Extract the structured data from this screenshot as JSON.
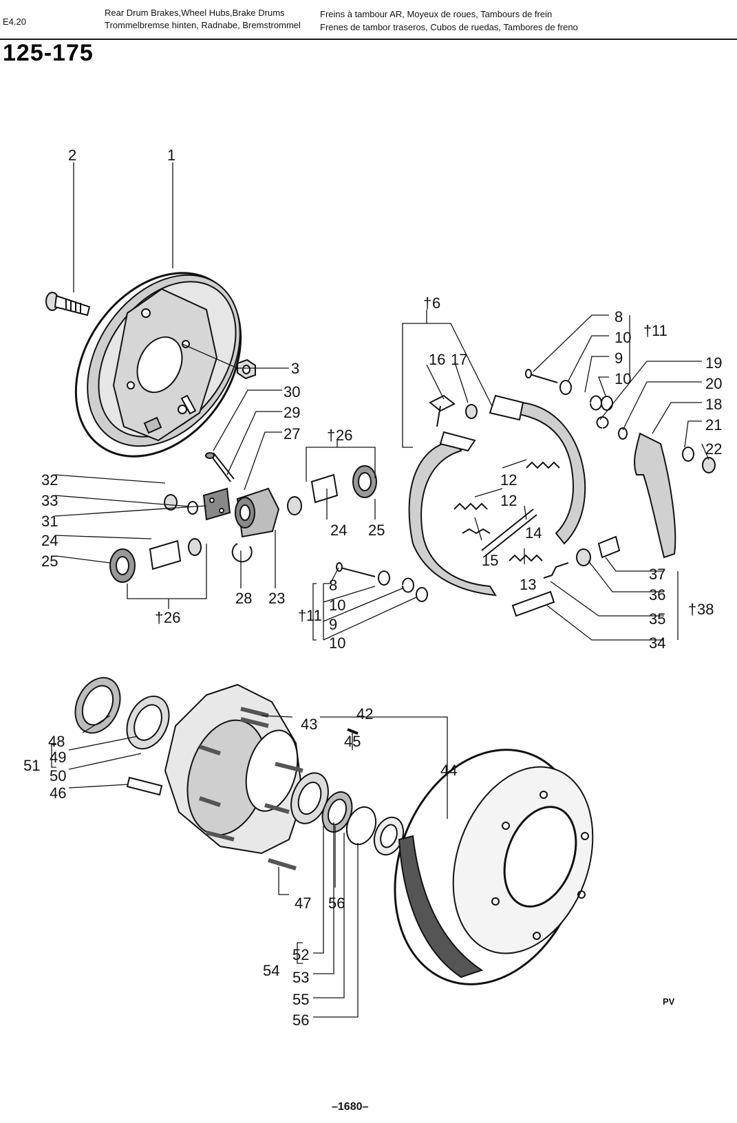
{
  "header": {
    "section_code": "E4.20",
    "title_en": "Rear Drum Brakes,Wheel Hubs,Brake Drums",
    "title_de": "Trommelbremse hinten, Radnabe, Bremstrommel",
    "title_fr": "Freins à tambour AR, Moyeux de roues, Tambours de frein",
    "title_es": "Frenes de tambor traseros, Cubos de ruedas, Tambores de freno"
  },
  "model_range": "125-175",
  "callouts": [
    "1",
    "2",
    "3",
    "6",
    "8",
    "9",
    "10",
    "11",
    "12",
    "13",
    "14",
    "15",
    "16",
    "17",
    "18",
    "19",
    "20",
    "21",
    "22",
    "23",
    "24",
    "25",
    "26",
    "27",
    "28",
    "29",
    "30",
    "31",
    "32",
    "33",
    "34",
    "35",
    "36",
    "37",
    "38",
    "42",
    "43",
    "44",
    "45",
    "46",
    "47",
    "48",
    "49",
    "50",
    "51",
    "52",
    "53",
    "54",
    "55",
    "56"
  ],
  "kit_marker": "†",
  "artist_mark": "PV",
  "page_number": "–1680–"
}
